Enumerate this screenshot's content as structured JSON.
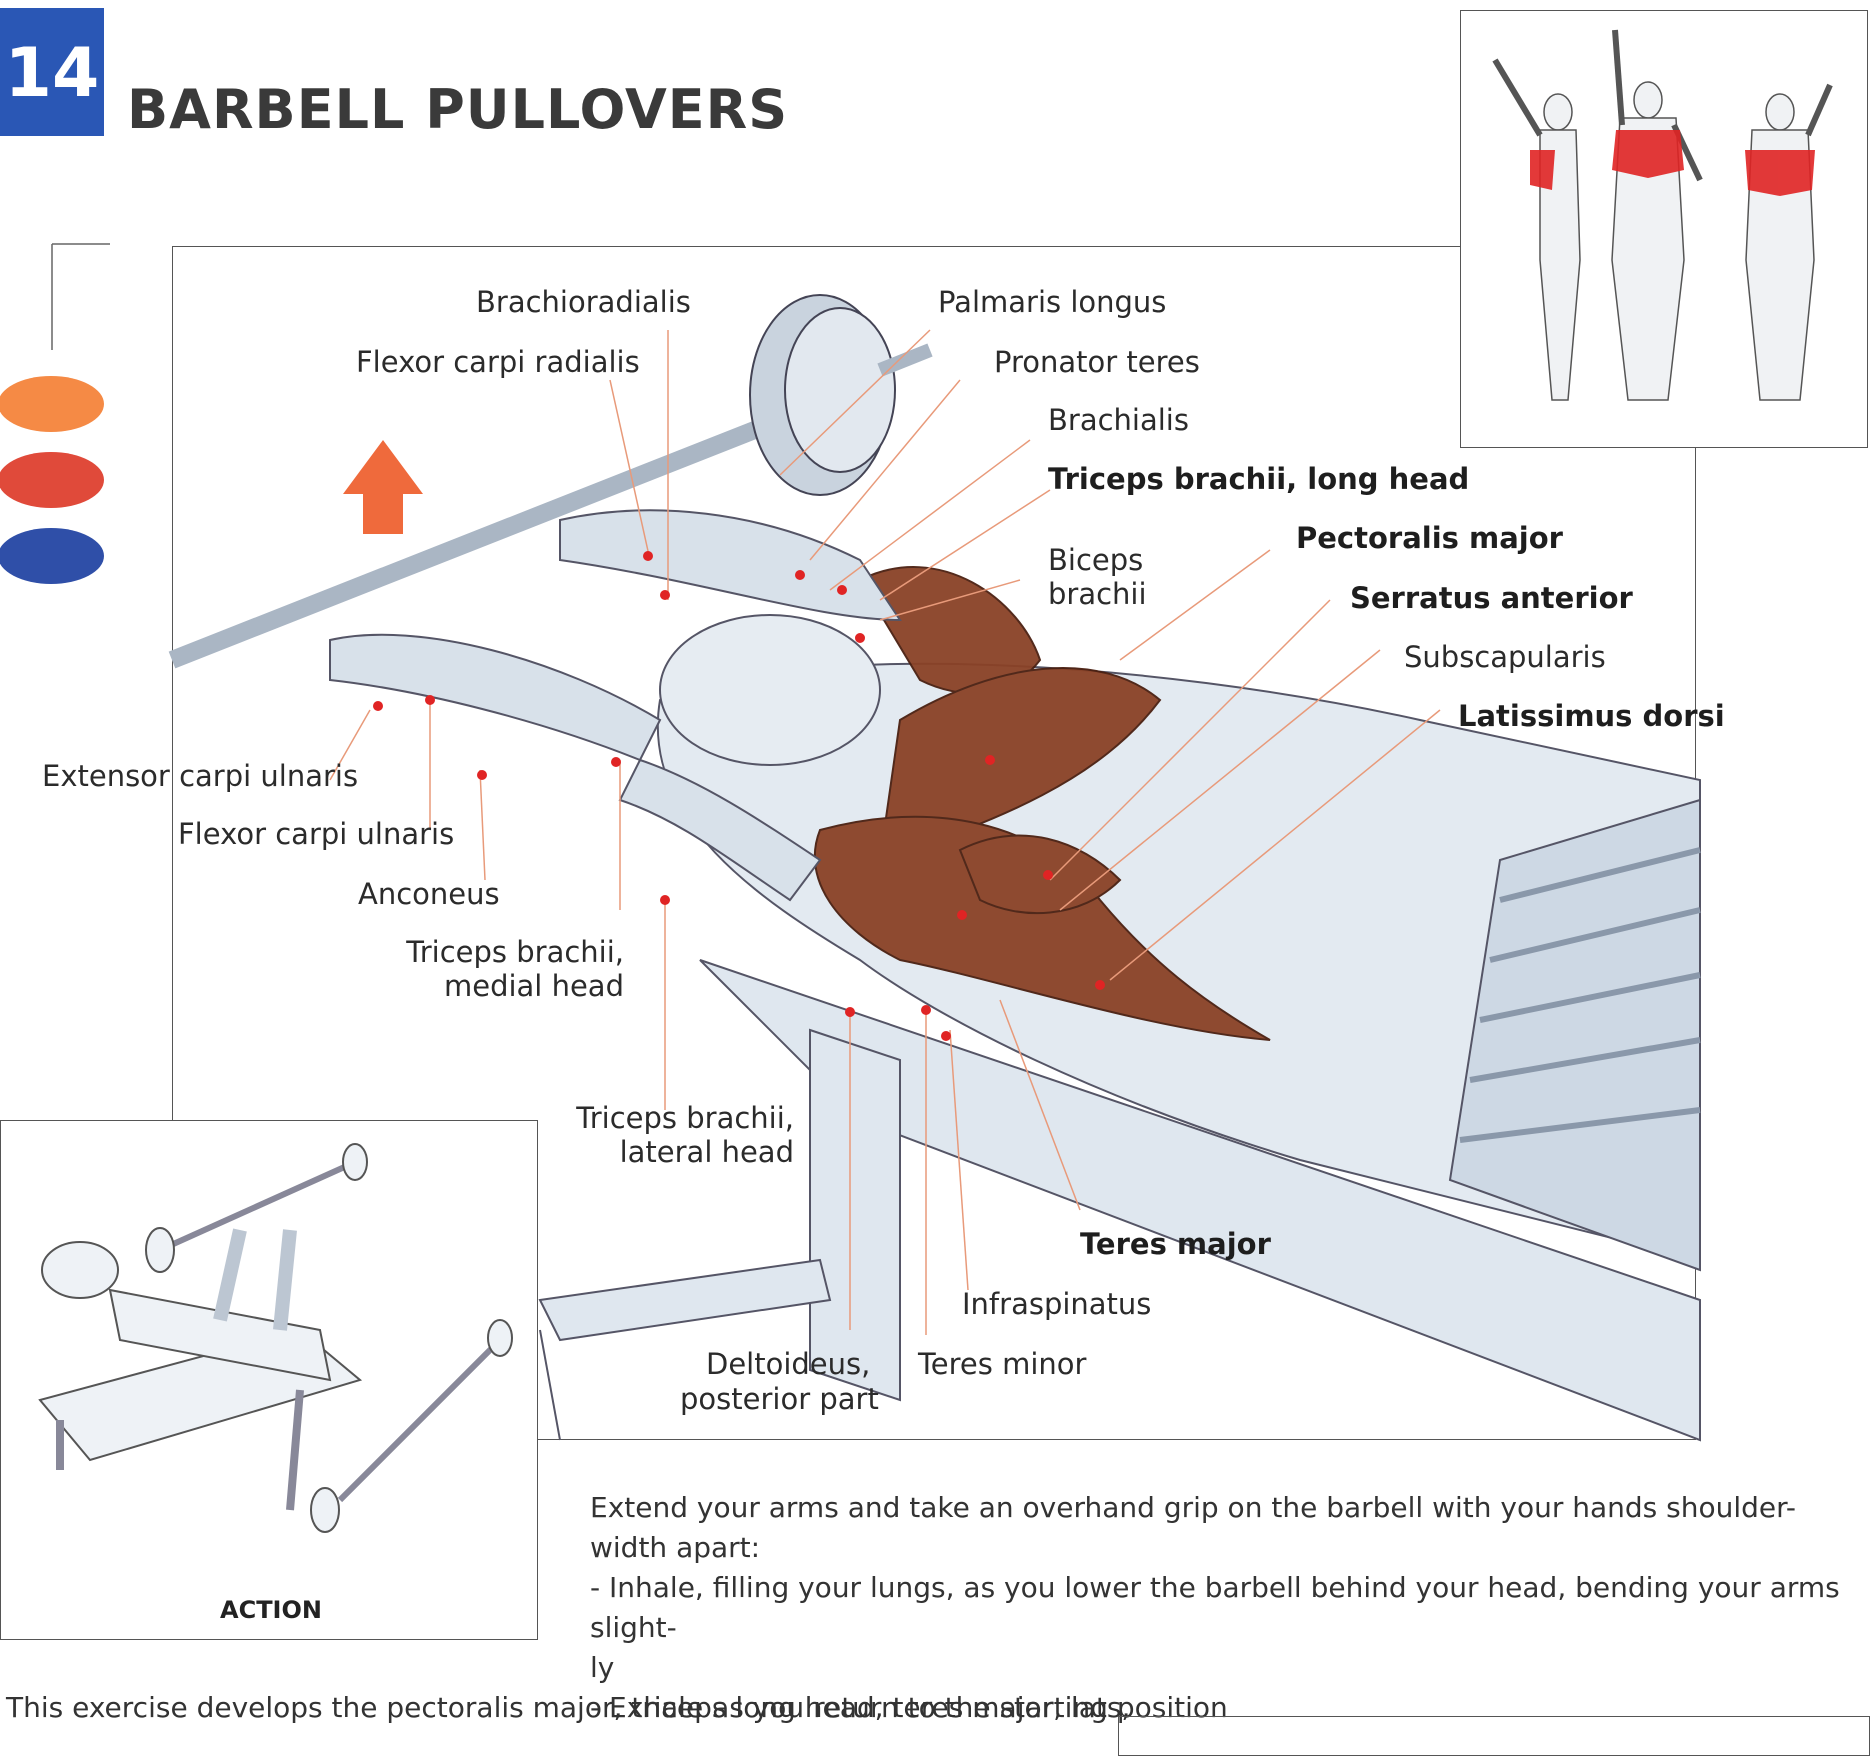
{
  "header": {
    "number": "14",
    "title": "BARBELL PULLOVERS"
  },
  "colors": {
    "number_box": "#2a57b5",
    "dot_1": "#f58a45",
    "dot_2": "#e04a3a",
    "dot_3": "#2f4fa8",
    "arrow": "#ef6a3c",
    "muscle": "#7a3a22",
    "highlight": "#e02424",
    "leader_line": "#e89a7a"
  },
  "labels": {
    "brachioradialis": "Brachioradialis",
    "palmaris_longus": "Palmaris longus",
    "flexor_carpi_radialis": "Flexor carpi radialis",
    "pronator_teres": "Pronator teres",
    "brachialis": "Brachialis",
    "triceps_long_head": "Triceps brachii, long head",
    "biceps_line1": "Biceps",
    "biceps_line2": "brachii",
    "pectoralis_major": "Pectoralis major",
    "serratus_anterior": "Serratus anterior",
    "subscapularis": "Subscapularis",
    "latissimus_dorsi": "Latissimus dorsi",
    "extensor_carpi_ulnaris": "Extensor carpi ulnaris",
    "flexor_carpi_ulnaris": "Flexor carpi ulnaris",
    "anconeus": "Anconeus",
    "triceps_medial_line1": "Triceps brachii,",
    "triceps_medial_line2": "medial head",
    "triceps_lateral_line1": "Triceps brachii,",
    "triceps_lateral_line2": "lateral head",
    "teres_major": "Teres major",
    "infraspinatus": "Infraspinatus",
    "deltoideus_line1": "Deltoideus,",
    "deltoideus_line2": "posterior part",
    "teres_minor": "Teres minor"
  },
  "action_label": "ACTION",
  "instructions": {
    "line1": "Extend your arms and take an overhand grip on the barbell with your hands shoulder-width apart:",
    "line2": "- Inhale, filling your lungs, as you lower the barbell behind your head, bending your arms slight-",
    "line3": "ly",
    "line4": "- Exhale as you return to the starting position"
  },
  "description": {
    "line1": "This exercise develops the pectoralis major, triceps long head, teres major, lats,"
  }
}
